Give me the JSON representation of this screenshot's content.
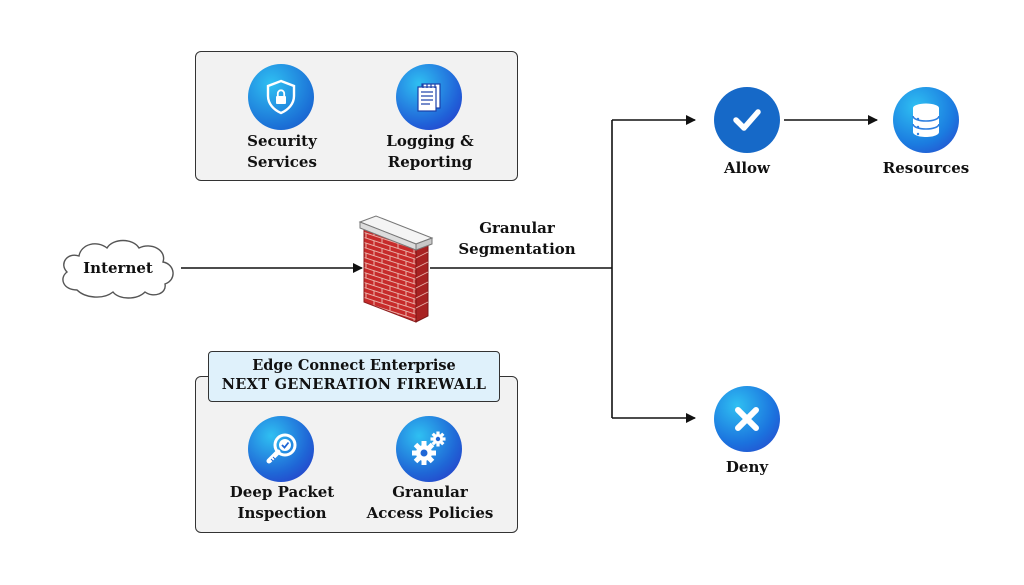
{
  "top_panel": {
    "security_services": [
      "Security",
      "Services"
    ],
    "logging_reporting": [
      "Logging &",
      "Reporting"
    ]
  },
  "internet": "Internet",
  "segmentation": [
    "Granular",
    "Segmentation"
  ],
  "allow": "Allow",
  "resources": "Resources",
  "deny": "Deny",
  "banner": {
    "line1": "Edge Connect Enterprise",
    "line2": "NEXT GENERATION FIREWALL"
  },
  "bottom_panel": {
    "deep_packet": [
      "Deep Packet",
      "Inspection"
    ],
    "access_policies": [
      "Granular",
      "Access Policies"
    ]
  },
  "colors": {
    "icon_gradient_start": "#1fb7f0",
    "icon_gradient_end": "#2a2fc4",
    "allow_blue": "#1669c8",
    "brick_red": "#c72b2b"
  }
}
